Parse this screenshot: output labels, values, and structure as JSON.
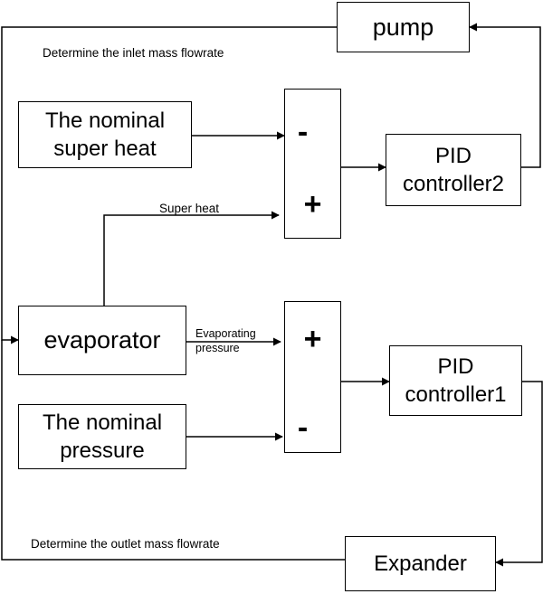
{
  "blocks": {
    "pump": "pump",
    "nominal_super_heat": "The nominal\nsuper heat",
    "pid_controller2": "PID\ncontroller2",
    "evaporator": "evaporator",
    "pid_controller1": "PID\ncontroller1",
    "nominal_pressure": "The nominal\npressure",
    "expander": "Expander"
  },
  "summing_junctions": {
    "top": {
      "upper_sign": "-",
      "lower_sign": "+"
    },
    "bottom": {
      "upper_sign": "+",
      "lower_sign": "-"
    }
  },
  "signal_labels": {
    "inlet": "Determine the inlet mass flowrate",
    "super_heat": "Super heat",
    "evaporating_pressure": "Evaporating\npressure",
    "outlet": "Determine the outlet mass flowrate"
  }
}
